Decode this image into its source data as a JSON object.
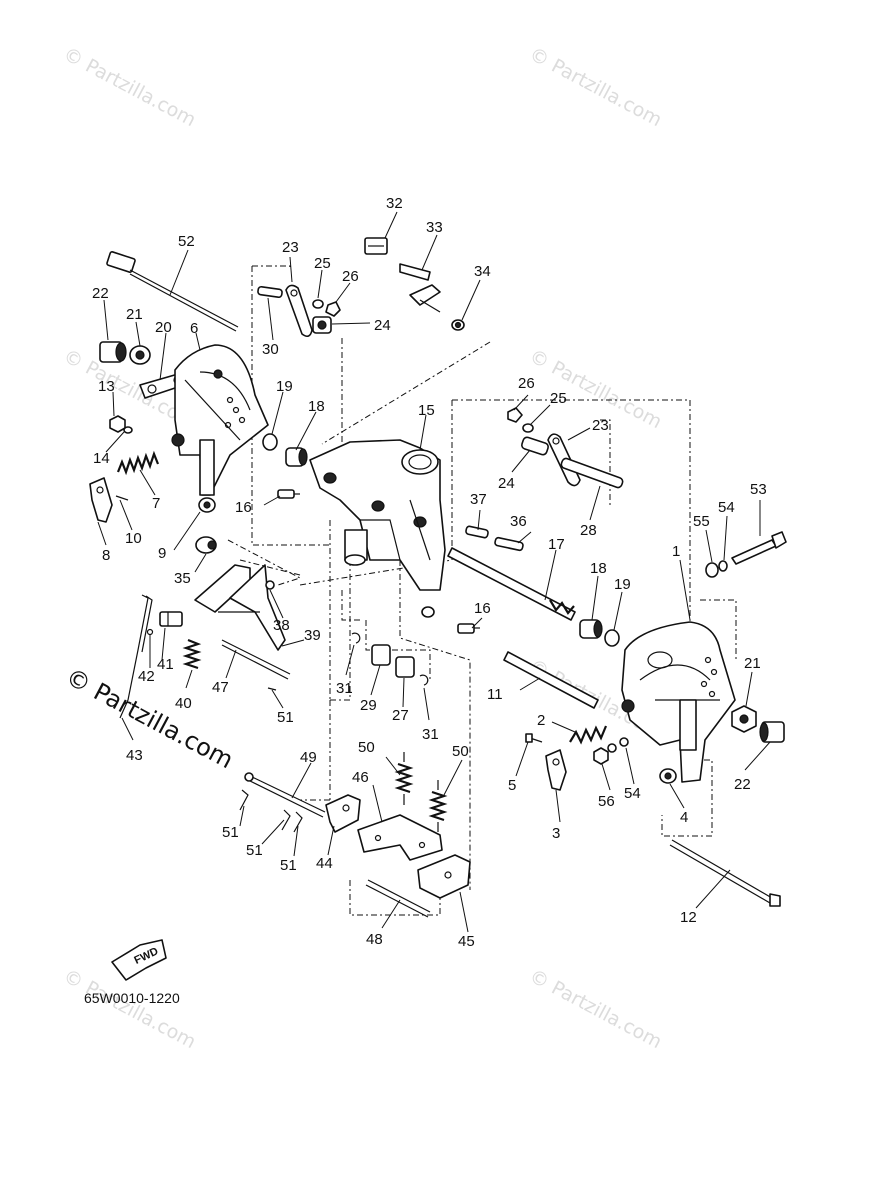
{
  "watermark": {
    "text": "© Partzilla.com",
    "prominent_text": "© Partzilla.com"
  },
  "diagram_code": "65W0010-1220",
  "fwd_label": "FWD",
  "callouts": [
    "1",
    "2",
    "3",
    "4",
    "5",
    "6",
    "7",
    "8",
    "9",
    "10",
    "11",
    "12",
    "13",
    "14",
    "15",
    "16",
    "16",
    "17",
    "18",
    "18",
    "19",
    "19",
    "20",
    "21",
    "21",
    "22",
    "22",
    "23",
    "23",
    "24",
    "24",
    "25",
    "25",
    "26",
    "26",
    "27",
    "28",
    "29",
    "30",
    "31",
    "31",
    "32",
    "33",
    "34",
    "35",
    "36",
    "37",
    "38",
    "39",
    "40",
    "41",
    "42",
    "43",
    "44",
    "45",
    "46",
    "47",
    "48",
    "49",
    "50",
    "50",
    "51",
    "51",
    "51",
    "51",
    "51",
    "52",
    "53",
    "54",
    "54",
    "55",
    "56"
  ]
}
